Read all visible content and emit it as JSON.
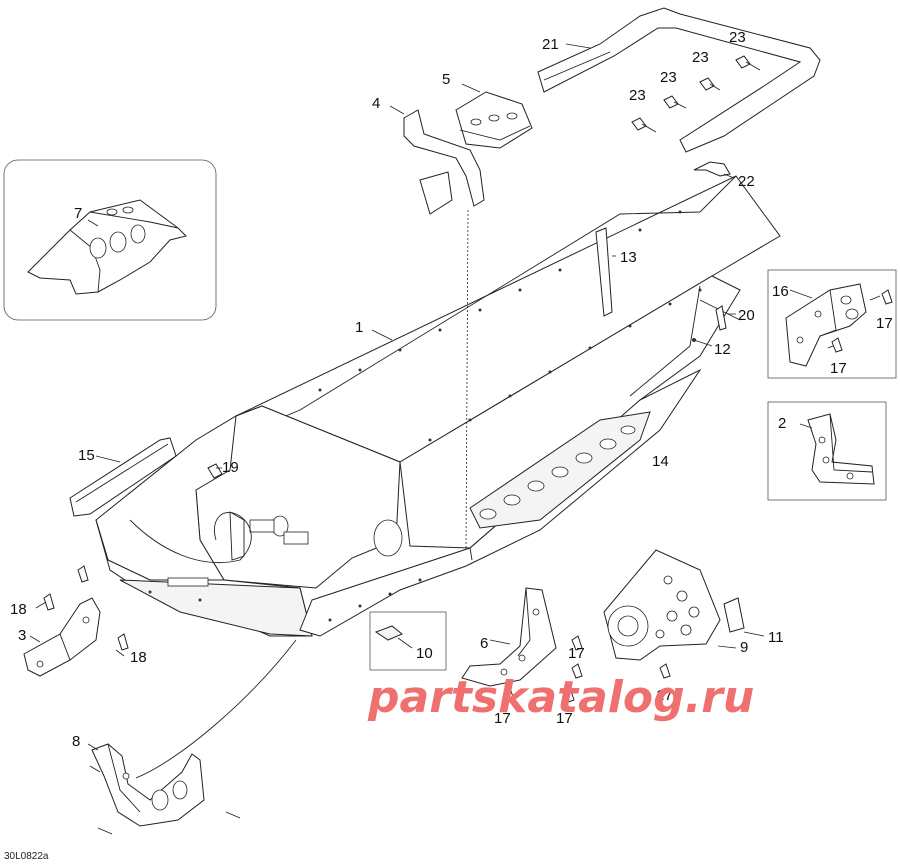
{
  "diagram": {
    "drawing_code": "30L0822a",
    "watermark": "partskatalog.ru",
    "callouts": {
      "c1": "1",
      "c2": "2",
      "c3": "3",
      "c4": "4",
      "c5": "5",
      "c6": "6",
      "c7": "7",
      "c8": "8",
      "c9": "9",
      "c10": "10",
      "c11": "11",
      "c12": "12",
      "c13": "13",
      "c14": "14",
      "c15": "15",
      "c16": "16",
      "c17a": "17",
      "c17b": "17",
      "c17c": "17",
      "c17d": "17",
      "c17e": "17",
      "c17f": "17",
      "c18a": "18",
      "c18b": "18",
      "c19": "19",
      "c20": "20",
      "c21": "21",
      "c22": "22",
      "c23a": "23",
      "c23b": "23",
      "c23c": "23",
      "c23d": "23"
    }
  }
}
